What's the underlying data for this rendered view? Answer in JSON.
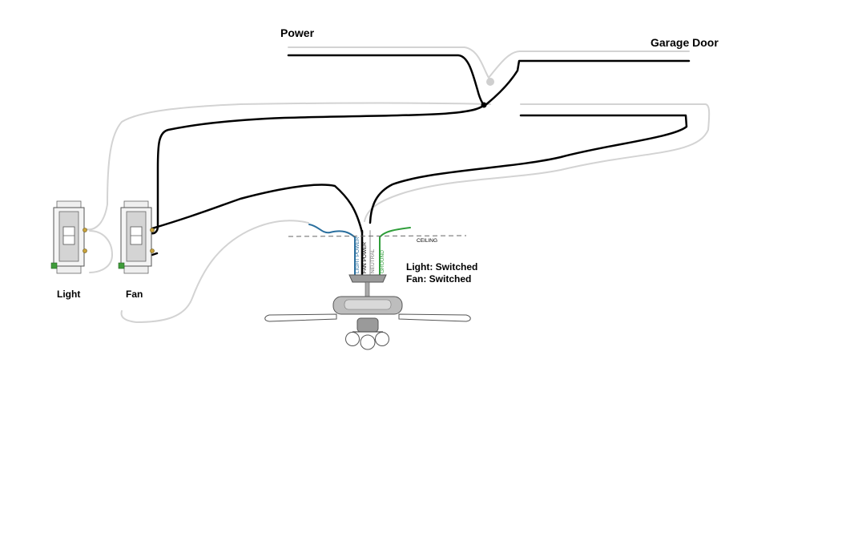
{
  "labels": {
    "power": "Power",
    "garage_door": "Garage Door",
    "ceiling": "CEILING",
    "switch_light": "Light",
    "switch_fan": "Fan",
    "status_light": "Light: Switched",
    "status_fan": "Fan: Switched"
  },
  "wires": {
    "light_power": "LIGHT POWER",
    "fan_power": "FAN POWER",
    "neutral": "NEUTRAL",
    "ground": "GROUND"
  },
  "colors": {
    "hot_wire": "#000000",
    "cable_sheath": "#d3d3d3",
    "light_power_wire": "#2a6f9e",
    "ground_wire": "#2f9e3a",
    "neutral_wire": "#c8c8c8",
    "fan_body": "#9a9a9a"
  }
}
